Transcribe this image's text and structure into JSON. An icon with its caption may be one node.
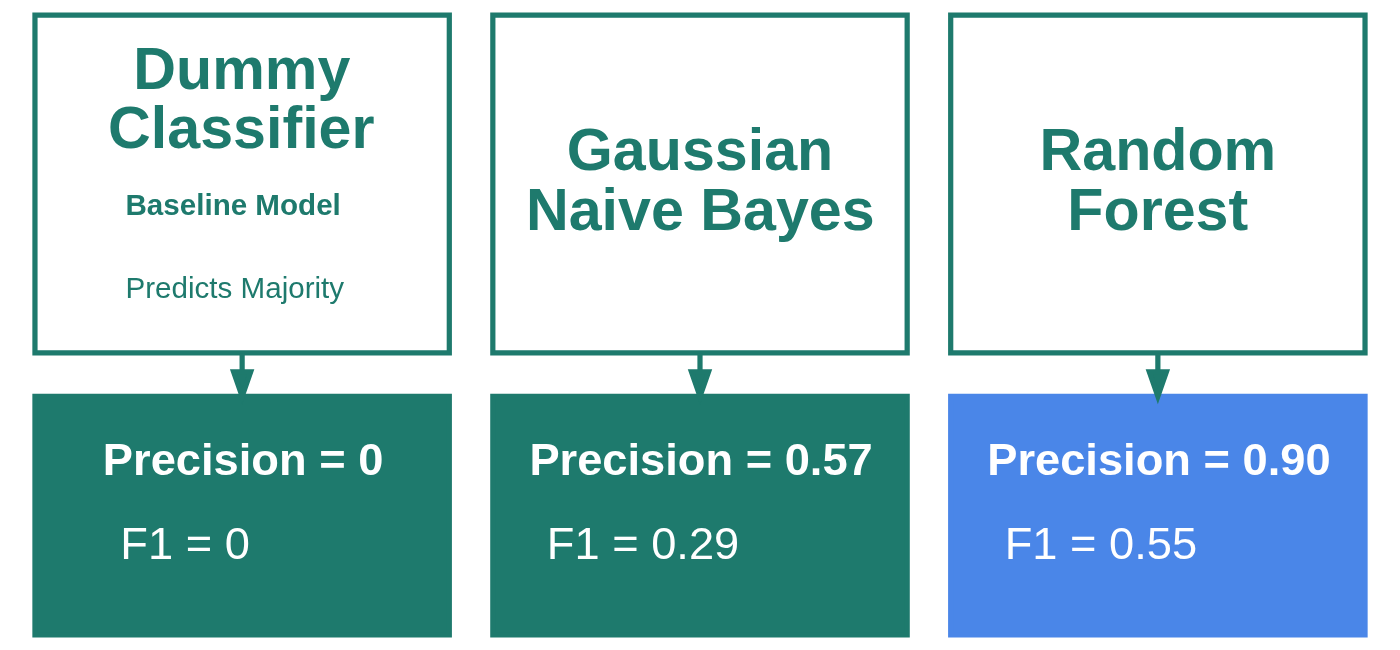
{
  "diagram": {
    "nodes": [
      {
        "text": [
          "Dummy Classifier",
          "Baseline Model",
          "Predicts Majority"
        ]
      },
      {
        "text": [
          "Gaussian Naive Bayes"
        ]
      },
      {
        "text": [
          "Random Forest"
        ]
      },
      {
        "text": [
          "Precision = 0",
          "F1 = 0"
        ]
      },
      {
        "text": [
          "Precision = 0.57",
          "F1 = 0.29"
        ]
      },
      {
        "text": [
          "Precision = 0.90",
          "F1 = 0.55"
        ]
      }
    ],
    "edges": [
      {
        "from": 0,
        "to": 3,
        "arrow": "to"
      },
      {
        "from": 1,
        "to": 4,
        "arrow": "to"
      },
      {
        "from": 2,
        "to": 5,
        "arrow": "to"
      }
    ]
  }
}
